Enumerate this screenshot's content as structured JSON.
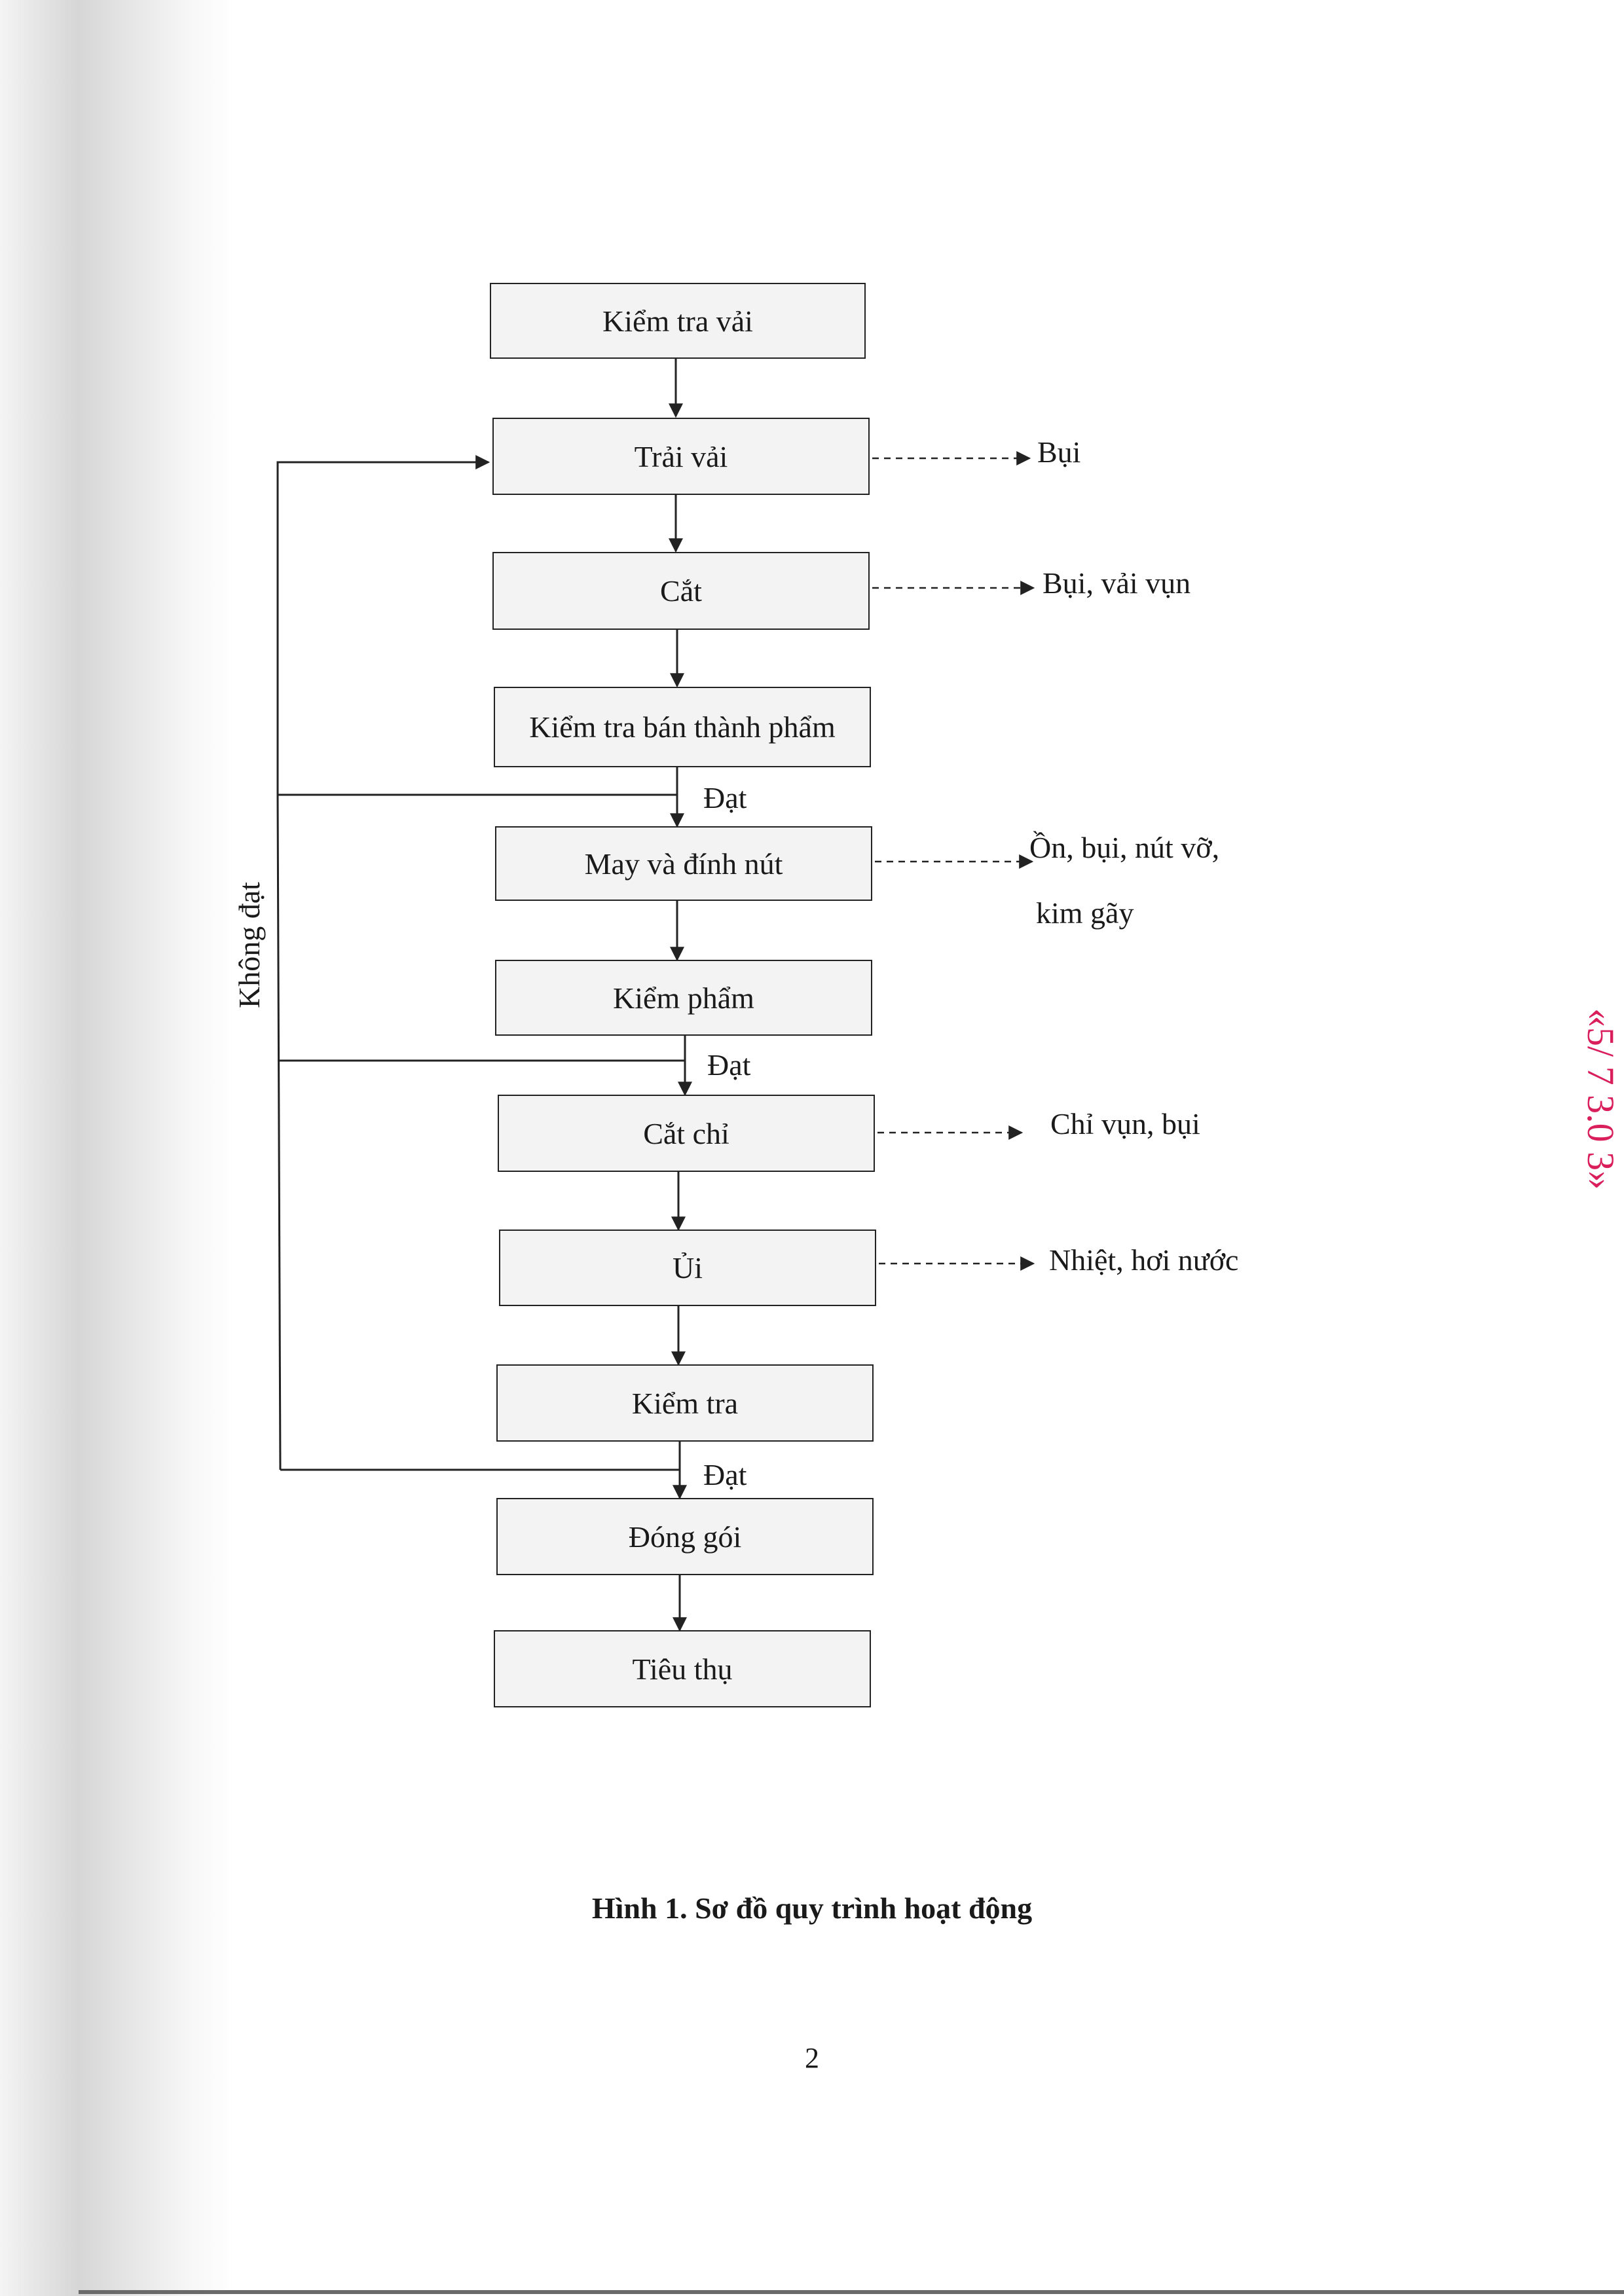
{
  "diagram": {
    "steps": [
      {
        "id": "kiem-tra-vai",
        "label": "Kiểm tra vải"
      },
      {
        "id": "trai-vai",
        "label": "Trải vải"
      },
      {
        "id": "cat",
        "label": "Cắt"
      },
      {
        "id": "kiem-tra-ban-thanh-pham",
        "label": "Kiểm tra bán thành phẩm"
      },
      {
        "id": "may-va-dinh-nut",
        "label": "May và đính nút"
      },
      {
        "id": "kiem-pham",
        "label": "Kiểm phẩm"
      },
      {
        "id": "cat-chi",
        "label": "Cắt chỉ"
      },
      {
        "id": "ui",
        "label": "Ủi"
      },
      {
        "id": "kiem-tra",
        "label": "Kiểm tra"
      },
      {
        "id": "dong-goi",
        "label": "Đóng gói"
      },
      {
        "id": "tieu-thu",
        "label": "Tiêu thụ"
      }
    ],
    "outputs": [
      {
        "from": "trai-vai",
        "label": "Bụi"
      },
      {
        "from": "cat",
        "label": "Bụi, vải vụn"
      },
      {
        "from": "may-va-dinh-nut",
        "label": "Ồn, bụi, nút vỡ,",
        "label2": "kim gãy"
      },
      {
        "from": "cat-chi",
        "label": "Chỉ vụn, bụi"
      },
      {
        "from": "ui",
        "label": "Nhiệt, hơi nước"
      }
    ],
    "pass_label": "Đạt",
    "fail_label": "Không đạt"
  },
  "caption": "Hình 1. Sơ đồ quy trình hoạt động",
  "page_number": "2",
  "stamp_text": "«5/ 7 3.0 3»",
  "colors": {
    "line": "#222222",
    "box_fill": "#f3f3f3",
    "stamp": "#d91e5b"
  }
}
